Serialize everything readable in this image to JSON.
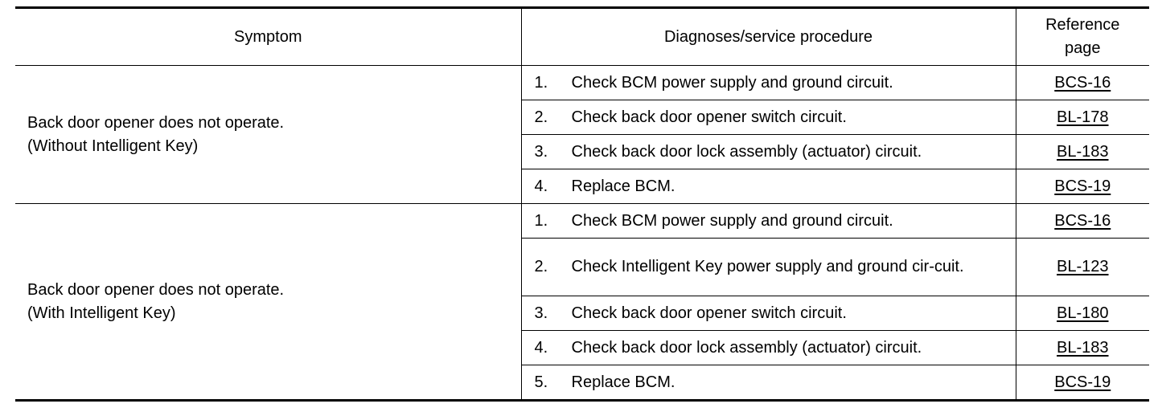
{
  "header": {
    "symptom": "Symptom",
    "procedure": "Diagnoses/service procedure",
    "reference_line1": "Reference",
    "reference_line2": "page"
  },
  "groups": [
    {
      "symptom_line1": "Back door opener does not operate.",
      "symptom_line2": "(Without Intelligent Key)",
      "steps": [
        {
          "num": "1.",
          "text": "Check BCM power supply and ground circuit.",
          "ref": "BCS-16"
        },
        {
          "num": "2.",
          "text": "Check back door opener switch circuit.",
          "ref": "BL-178"
        },
        {
          "num": "3.",
          "text": "Check back door lock assembly (actuator) circuit.",
          "ref": "BL-183"
        },
        {
          "num": "4.",
          "text": "Replace BCM.",
          "ref": "BCS-19"
        }
      ]
    },
    {
      "symptom_line1": "Back door opener does not operate.",
      "symptom_line2": "(With Intelligent Key)",
      "steps": [
        {
          "num": "1.",
          "text": "Check BCM power supply and ground circuit.",
          "ref": "BCS-16"
        },
        {
          "num": "2.",
          "text": "Check Intelligent Key power supply and ground cir-cuit.",
          "ref": "BL-123"
        },
        {
          "num": "3.",
          "text": "Check back door opener switch circuit.",
          "ref": "BL-180"
        },
        {
          "num": "4.",
          "text": "Check back door lock assembly (actuator) circuit.",
          "ref": "BL-183"
        },
        {
          "num": "5.",
          "text": "Replace BCM.",
          "ref": "BCS-19"
        }
      ]
    }
  ]
}
